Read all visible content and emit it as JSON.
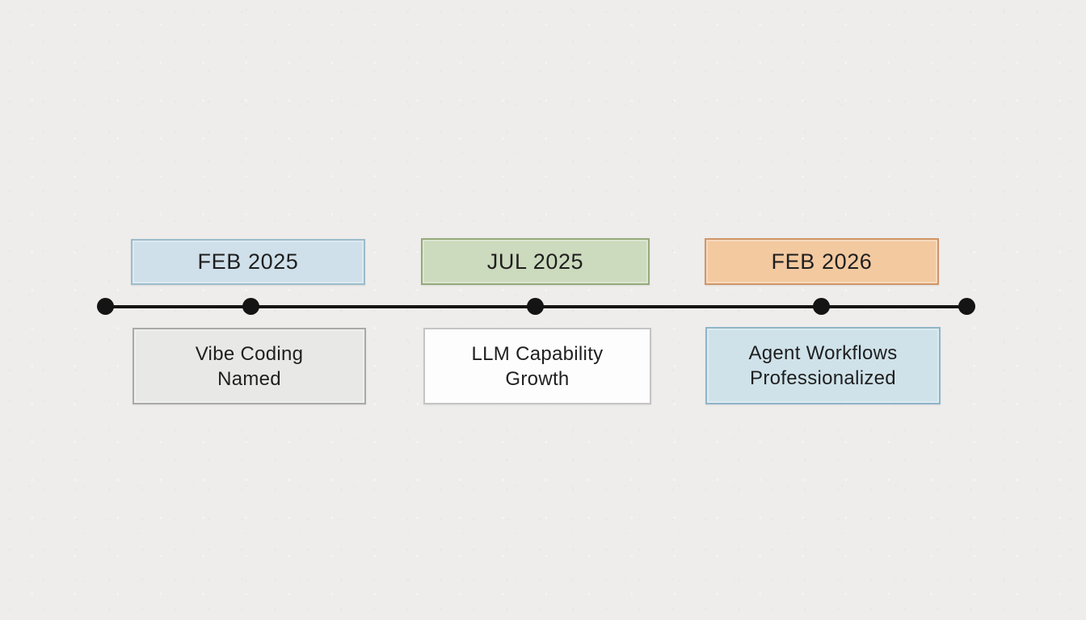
{
  "canvas": {
    "background": "#eeedeb",
    "text_color": "#1f1f1f"
  },
  "timeline": {
    "line_color": "#141414",
    "dot_color": "#141414",
    "dot_count": 5,
    "events": [
      {
        "date": "FEB 2025",
        "date_fill": "#cfe0ea",
        "date_border": "#9cbccb",
        "label_line1": "Vibe Coding",
        "label_line2": "Named",
        "label_fill": "#e8e8e7",
        "label_border": "#a9a9a9"
      },
      {
        "date": "JUL 2025",
        "date_fill": "#ccdabd",
        "date_border": "#95aa7b",
        "label_line1": "LLM Capability",
        "label_line2": "Growth",
        "label_fill": "#fdfdfd",
        "label_border": "#c4c4c4"
      },
      {
        "date": "FEB 2026",
        "date_fill": "#f3c9a0",
        "date_border": "#cf9668",
        "label_line1": "Agent Workflows",
        "label_line2": "Professionalized",
        "label_fill": "#cfe2ea",
        "label_border": "#8fb5c9"
      }
    ]
  }
}
